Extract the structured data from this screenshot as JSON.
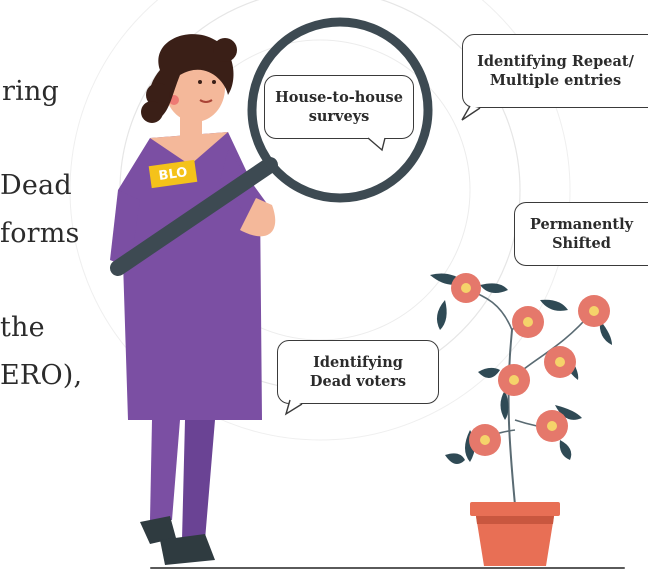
{
  "left_text_fragments": [
    "ring",
    "Dead",
    "forms",
    "the",
    "ERO),"
  ],
  "bubbles": {
    "house": [
      "House-to-house",
      "surveys"
    ],
    "repeat": [
      "Identifying Repeat/",
      "Multiple entries"
    ],
    "shifted": [
      "Permanently",
      "Shifted"
    ],
    "dead": [
      "Identifying",
      "Dead voters"
    ]
  },
  "badge_label": "BLO",
  "colors": {
    "dress": "#7b4fa3",
    "dress_shadow": "#5f3a85",
    "skin": "#f4b89a",
    "hair": "#3a1f17",
    "lens_rim": "#3d4a52",
    "badge": "#f4c21a",
    "leaf": "#2f4a55",
    "flower": "#e5786b",
    "pot": "#e86f55"
  }
}
